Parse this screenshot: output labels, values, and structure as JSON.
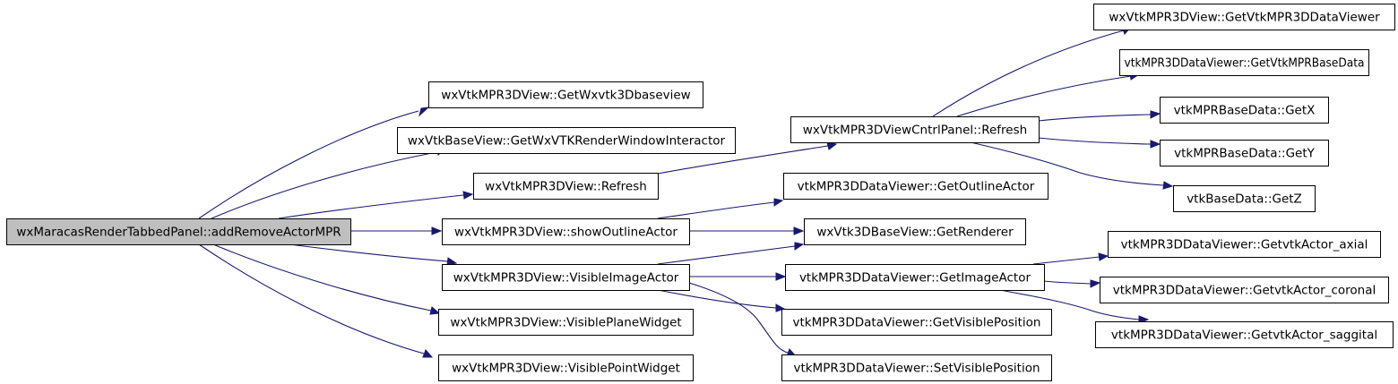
{
  "graph": {
    "colors": {
      "edge": "#191970",
      "root_fill": "#bfbfbf",
      "node_fill": "#ffffff",
      "border": "#000000"
    },
    "nodes": [
      {
        "id": "n0",
        "label": "wxMaracasRenderTabbedPanel::addRemoveActorMPR",
        "root": true
      },
      {
        "id": "n1",
        "label": "wxVtkMPR3DView::GetWxvtk3Dbaseview"
      },
      {
        "id": "n2",
        "label": "wxVtkBaseView::GetWxVTKRenderWindowInteractor"
      },
      {
        "id": "n3",
        "label": "wxVtkMPR3DView::Refresh"
      },
      {
        "id": "n4",
        "label": "wxVtkMPR3DView::showOutlineActor"
      },
      {
        "id": "n5",
        "label": "wxVtkMPR3DView::VisibleImageActor"
      },
      {
        "id": "n6",
        "label": "wxVtkMPR3DView::VisiblePlaneWidget"
      },
      {
        "id": "n7",
        "label": "wxVtkMPR3DView::VisiblePointWidget"
      },
      {
        "id": "n8",
        "label": "wxVtkMPR3DViewCntrlPanel::Refresh"
      },
      {
        "id": "n9",
        "label": "vtkMPR3DDataViewer::GetOutlineActor"
      },
      {
        "id": "n10",
        "label": "wxVtk3DBaseView::GetRenderer"
      },
      {
        "id": "n11",
        "label": "vtkMPR3DDataViewer::GetImageActor"
      },
      {
        "id": "n12",
        "label": "vtkMPR3DDataViewer::GetVisiblePosition"
      },
      {
        "id": "n13",
        "label": "vtkMPR3DDataViewer::SetVisiblePosition"
      },
      {
        "id": "n14",
        "label": "wxVtkMPR3DView::GetVtkMPR3DDataViewer"
      },
      {
        "id": "n15",
        "label": "vtkMPR3DDataViewer::GetVtkMPRBaseData"
      },
      {
        "id": "n16",
        "label": "vtkMPRBaseData::GetX"
      },
      {
        "id": "n17",
        "label": "vtkMPRBaseData::GetY"
      },
      {
        "id": "n18",
        "label": "vtkBaseData::GetZ"
      },
      {
        "id": "n19",
        "label": "vtkMPR3DDataViewer::GetvtkActor_axial"
      },
      {
        "id": "n20",
        "label": "vtkMPR3DDataViewer::GetvtkActor_coronal"
      },
      {
        "id": "n21",
        "label": "vtkMPR3DDataViewer::GetvtkActor_saggital"
      }
    ],
    "edges": [
      {
        "from": "n0",
        "to": "n1"
      },
      {
        "from": "n0",
        "to": "n2"
      },
      {
        "from": "n0",
        "to": "n3"
      },
      {
        "from": "n0",
        "to": "n4"
      },
      {
        "from": "n0",
        "to": "n5"
      },
      {
        "from": "n0",
        "to": "n6"
      },
      {
        "from": "n0",
        "to": "n7"
      },
      {
        "from": "n3",
        "to": "n8"
      },
      {
        "from": "n4",
        "to": "n9"
      },
      {
        "from": "n4",
        "to": "n10"
      },
      {
        "from": "n5",
        "to": "n10"
      },
      {
        "from": "n5",
        "to": "n11"
      },
      {
        "from": "n5",
        "to": "n12"
      },
      {
        "from": "n5",
        "to": "n13"
      },
      {
        "from": "n8",
        "to": "n14"
      },
      {
        "from": "n8",
        "to": "n15"
      },
      {
        "from": "n8",
        "to": "n16"
      },
      {
        "from": "n8",
        "to": "n17"
      },
      {
        "from": "n8",
        "to": "n18"
      },
      {
        "from": "n11",
        "to": "n19"
      },
      {
        "from": "n11",
        "to": "n20"
      },
      {
        "from": "n11",
        "to": "n21"
      }
    ]
  }
}
